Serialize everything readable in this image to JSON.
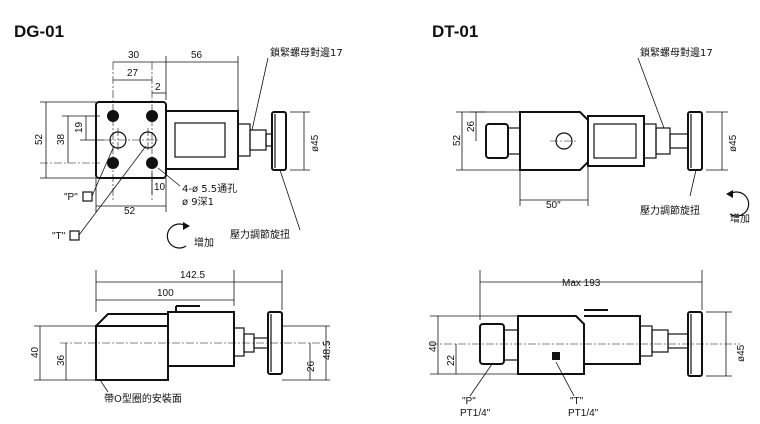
{
  "models": {
    "dg": "DG-01",
    "dt": "DT-01"
  },
  "dg_top": {
    "dim_30": "30",
    "dim_56": "56",
    "dim_27": "27",
    "dim_2": "2",
    "dim_52_left": "52",
    "dim_38": "38",
    "dim_19": "19",
    "dim_10": "10",
    "dim_52_bottom": "52",
    "dim_phi45": "ø45",
    "holes_note_1": "4-ø 5.5通孔",
    "holes_note_2": "ø 9深1",
    "port_p": "\"P\"",
    "port_t": "\"T\"",
    "locknut": "鎖緊螺母對邊17",
    "knob": "壓力調節旋扭",
    "increase": "增加"
  },
  "dg_side": {
    "dim_142_5": "142.5",
    "dim_100": "100",
    "dim_40": "40",
    "dim_36": "36",
    "dim_26": "26",
    "dim_48_5": "48.5",
    "oring_note": "帶O型圈的安裝面"
  },
  "dt_top": {
    "locknut": "鎖緊螺母對邊17",
    "dim_52": "52",
    "dim_26": "26",
    "dim_50": "50″",
    "dim_phi45": "ø45",
    "knob": "壓力調節旋扭",
    "increase": "增加"
  },
  "dt_side": {
    "dim_max": "Max 193",
    "dim_40": "40",
    "dim_22": "22",
    "dim_phi45": "ø45",
    "port_p": "\"P\"",
    "port_p_size": "PT1/4\"",
    "port_t": "\"T\"",
    "port_t_size": "PT1/4\""
  }
}
